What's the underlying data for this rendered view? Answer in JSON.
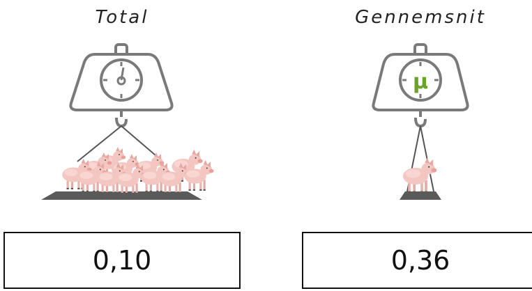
{
  "panels": [
    {
      "title": "Total",
      "dial_icon": "clock-face-icon",
      "load": "group-of-pigs",
      "value": "0,10"
    },
    {
      "title": "Gennemsnit",
      "dial_icon": "mu-symbol-icon",
      "dial_symbol": "μ",
      "load": "single-pig",
      "value": "0,36"
    }
  ],
  "colors": {
    "scale": "#7a7a7a",
    "mu": "#6aa325",
    "pig": "#f2c1bd",
    "platform": "#5a5a5a"
  }
}
